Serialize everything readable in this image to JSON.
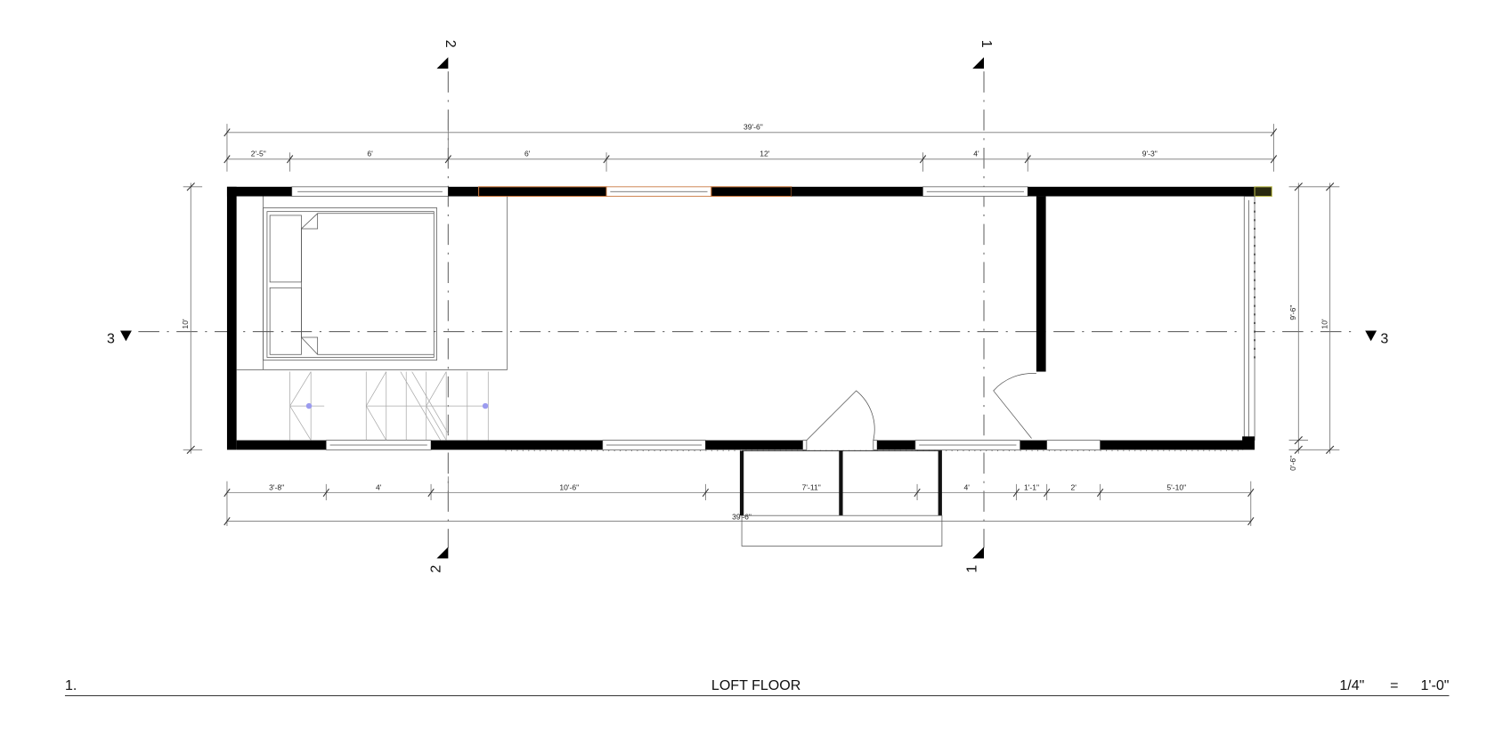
{
  "sheet": {
    "number": "1.",
    "title": "LOFT FLOOR",
    "scale_left": "1/4\"",
    "scale_eq": "=",
    "scale_right": "1'-0\""
  },
  "section_markers": {
    "top_left": "2",
    "top_right": "1",
    "bottom_left": "2",
    "bottom_right": "1",
    "left": "3",
    "right": "3"
  },
  "dimensions": {
    "top_overall": "39'-6\"",
    "top_segments": [
      "2'-5\"",
      "6'",
      "6'",
      "12'",
      "4'",
      "9'-3\""
    ],
    "bottom_segments": [
      "3'-8\"",
      "4'",
      "10'-6\"",
      "7'-11\"",
      "4'",
      "1'-1\"",
      "2'",
      "5'-10\""
    ],
    "bottom_overall": "39'-6\"",
    "left_height": "10'",
    "right_inner": "9'-6\"",
    "right_outer": "10'",
    "right_offset": "0'-6\""
  },
  "colors": {
    "wall": "#000000",
    "window_frame_accent": "#c8743a",
    "corner_accent": "#b9b94a",
    "stair_node": "#9b9bef"
  }
}
